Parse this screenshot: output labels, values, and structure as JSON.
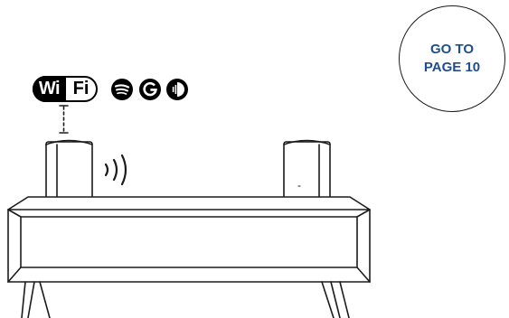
{
  "goto": {
    "line1": "GO TO",
    "line2": "PAGE 10",
    "color": "#1f4e8c"
  },
  "wifi_badge": {
    "part1": "Wi",
    "part2": "Fi"
  },
  "services": [
    {
      "icon": "spotify-icon"
    },
    {
      "icon": "google-cast-icon"
    },
    {
      "icon": "bose-music-icon"
    }
  ],
  "colors": {
    "line": "#1b1b1b",
    "accent": "#1f4e8c",
    "background": "#ffffff"
  }
}
